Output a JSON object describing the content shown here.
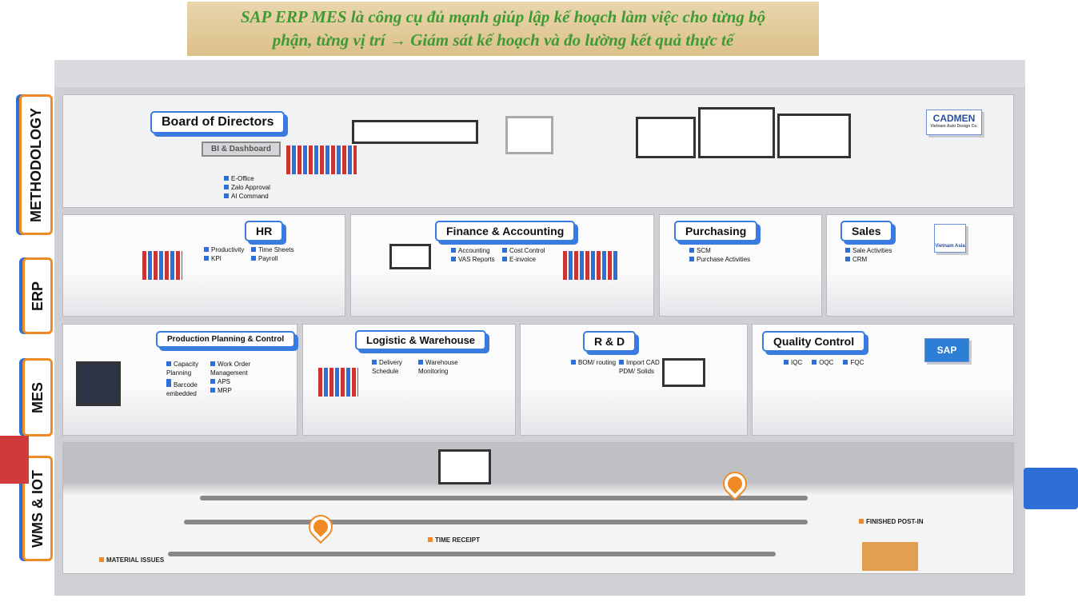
{
  "banner": {
    "line1": "SAP ERP MES là công cụ đủ mạnh giúp lập kế hoạch làm việc cho từng bộ",
    "line2": "phận, từng vị trí → Giám sát kế hoạch và đo lường kết quả thực tế"
  },
  "tabs": [
    "METHODOLOGY",
    "ERP",
    "MES",
    "WMS & IOT"
  ],
  "board": {
    "title": "Board of Directors",
    "bi": "BI & Dashboard",
    "items": [
      "E-Office",
      "Zalo Approval",
      "AI Command"
    ],
    "logo": "CADMEN",
    "logo_sub": "Vietnam Auto Design Co."
  },
  "hr": {
    "title": "HR",
    "items": [
      "Productivity",
      "KPI",
      "Time Sheets",
      "Payroll"
    ]
  },
  "finance": {
    "title": "Finance & Accounting",
    "items": [
      "Accounting",
      "VAS Reports",
      "Cost Control",
      "E-invoice"
    ]
  },
  "purchasing": {
    "title": "Purchasing",
    "items": [
      "SCM",
      "Purchase Activities"
    ]
  },
  "sales": {
    "title": "Sales",
    "items": [
      "Sale Activities",
      "CRM"
    ],
    "logo": "Vietnam Asia"
  },
  "ppc": {
    "title": "Production Planning & Control",
    "items": [
      "Capacity Planning",
      "Barcode embedded",
      "Work Order Management",
      "APS",
      "MRP"
    ]
  },
  "logistic": {
    "title": "Logistic & Warehouse",
    "items": [
      "Delivery Schedule",
      "Warehouse Monitoring"
    ]
  },
  "rd": {
    "title": "R & D",
    "items": [
      "BOM/ routing",
      "Import CAD PDM/ Solids"
    ]
  },
  "qc": {
    "title": "Quality Control",
    "items": [
      "IQC",
      "OQC",
      "FQC"
    ],
    "logo": "SAP"
  },
  "factory": {
    "tags": [
      "MATERIAL ISSUES",
      "TIME RECEIPT",
      "FINISHED POST-IN"
    ]
  }
}
